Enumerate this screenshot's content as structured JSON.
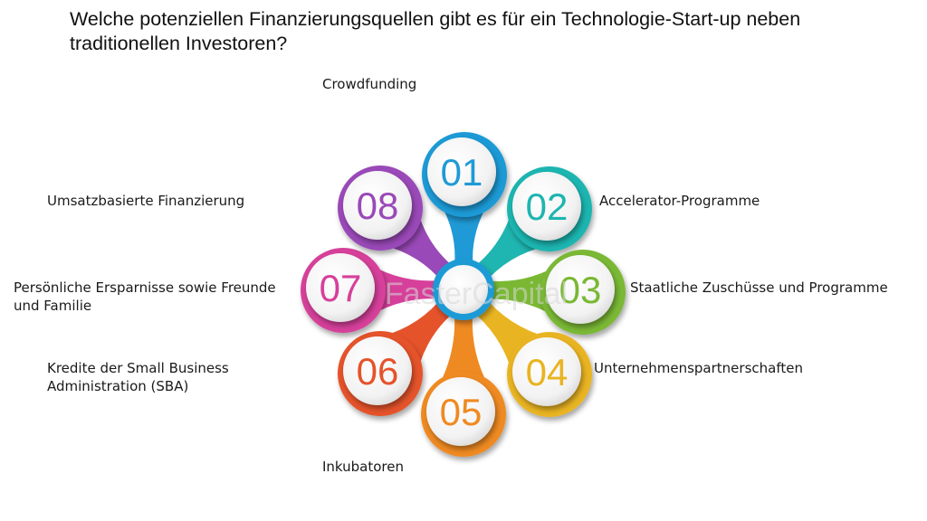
{
  "question": "Welche potenziellen Finanzierungsquellen gibt es für ein Technologie-Start-up neben traditionellen Investoren?",
  "watermark": "FasterCapital",
  "items": [
    {
      "number": "01",
      "label": "Crowdfunding",
      "color": "#1f9ad6"
    },
    {
      "number": "02",
      "label": "Accelerator-Programme",
      "color": "#1fb5b0"
    },
    {
      "number": "03",
      "label": "Staatliche Zuschüsse und Programme",
      "color": "#7ab834"
    },
    {
      "number": "04",
      "label": "Unternehmenspartnerschaften",
      "color": "#e9b422"
    },
    {
      "number": "05",
      "label": "Inkubatoren",
      "color": "#ef8a22"
    },
    {
      "number": "06",
      "label": "Kredite der Small Business Administration (SBA)",
      "color": "#e5532b"
    },
    {
      "number": "07",
      "label": "Persönliche Ersparnisse sowie Freunde und Familie",
      "color": "#d6409a"
    },
    {
      "number": "08",
      "label": "Umsatzbasierte Finanzierung",
      "color": "#9a49b8"
    }
  ]
}
